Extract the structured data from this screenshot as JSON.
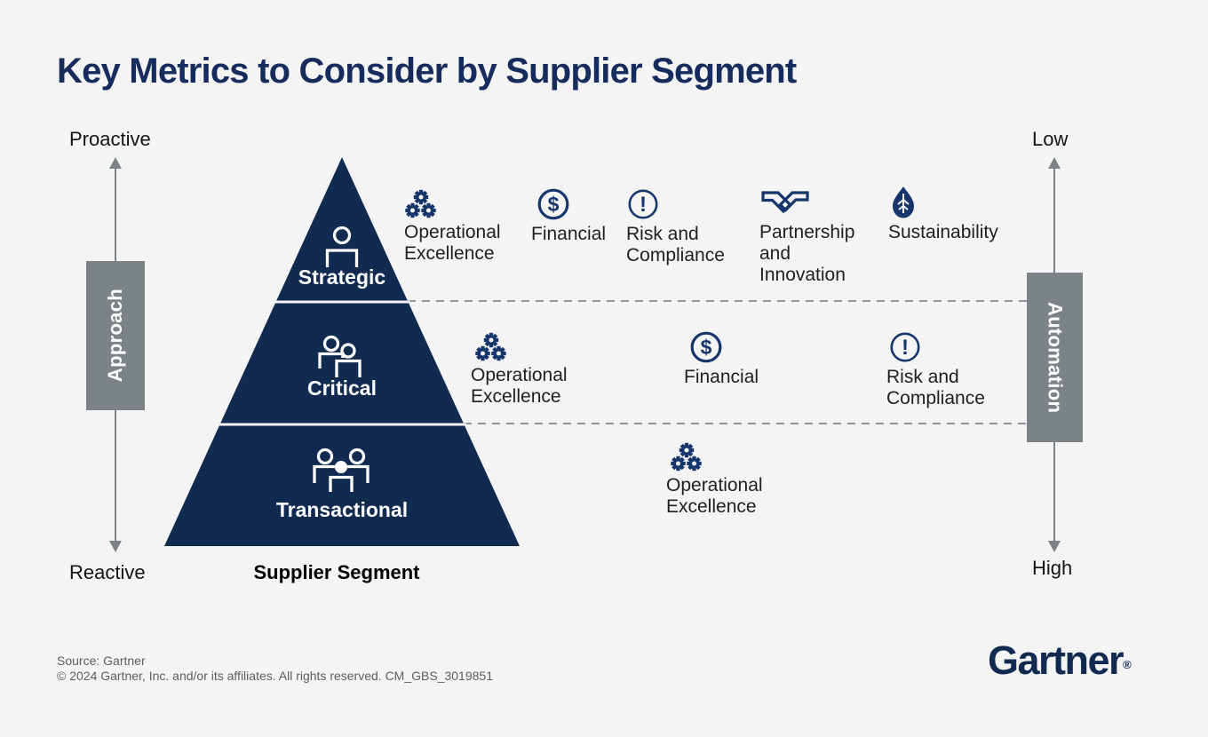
{
  "title": "Key Metrics to Consider by Supplier Segment",
  "left_axis": {
    "top": "Proactive",
    "bottom": "Reactive",
    "box": "Approach"
  },
  "right_axis": {
    "top": "Low",
    "bottom": "High",
    "box": "Automation"
  },
  "pyramid": {
    "caption": "Supplier Segment",
    "segments": [
      {
        "label": "Strategic",
        "icon": "one-person-icon"
      },
      {
        "label": "Critical",
        "icon": "two-people-icon"
      },
      {
        "label": "Transactional",
        "icon": "three-people-icon"
      }
    ]
  },
  "metrics": {
    "strategic": [
      {
        "icon": "gears-icon",
        "label": "Operational\nExcellence"
      },
      {
        "icon": "dollar-circle-icon",
        "label": "Financial"
      },
      {
        "icon": "exclamation-circle-icon",
        "label": "Risk and\nCompliance"
      },
      {
        "icon": "handshake-icon",
        "label": "Partnership\nand\nInnovation"
      },
      {
        "icon": "leaf-icon",
        "label": "Sustainability"
      }
    ],
    "critical": [
      {
        "icon": "gears-icon",
        "label": "Operational\nExcellence"
      },
      {
        "icon": "dollar-circle-icon",
        "label": "Financial"
      },
      {
        "icon": "exclamation-circle-icon",
        "label": "Risk and\nCompliance"
      }
    ],
    "transactional": [
      {
        "icon": "gears-icon",
        "label": "Operational\nExcellence"
      }
    ]
  },
  "footer": {
    "source": "Source: Gartner",
    "copyright": "© 2024 Gartner, Inc. and/or its affiliates. All rights reserved. CM_GBS_3019851",
    "logo": "Gartner",
    "registered": "®"
  },
  "colors": {
    "background": "#f4f4f4",
    "pyramid_navy": "#112a50",
    "icon_navy": "#15356b",
    "title_navy": "#152c5c",
    "axis_gray": "#7c8387",
    "dash_gray": "#90969a",
    "label_text": "#1f1f1f",
    "footer_gray": "#595f63",
    "logo_navy": "#112a52"
  }
}
